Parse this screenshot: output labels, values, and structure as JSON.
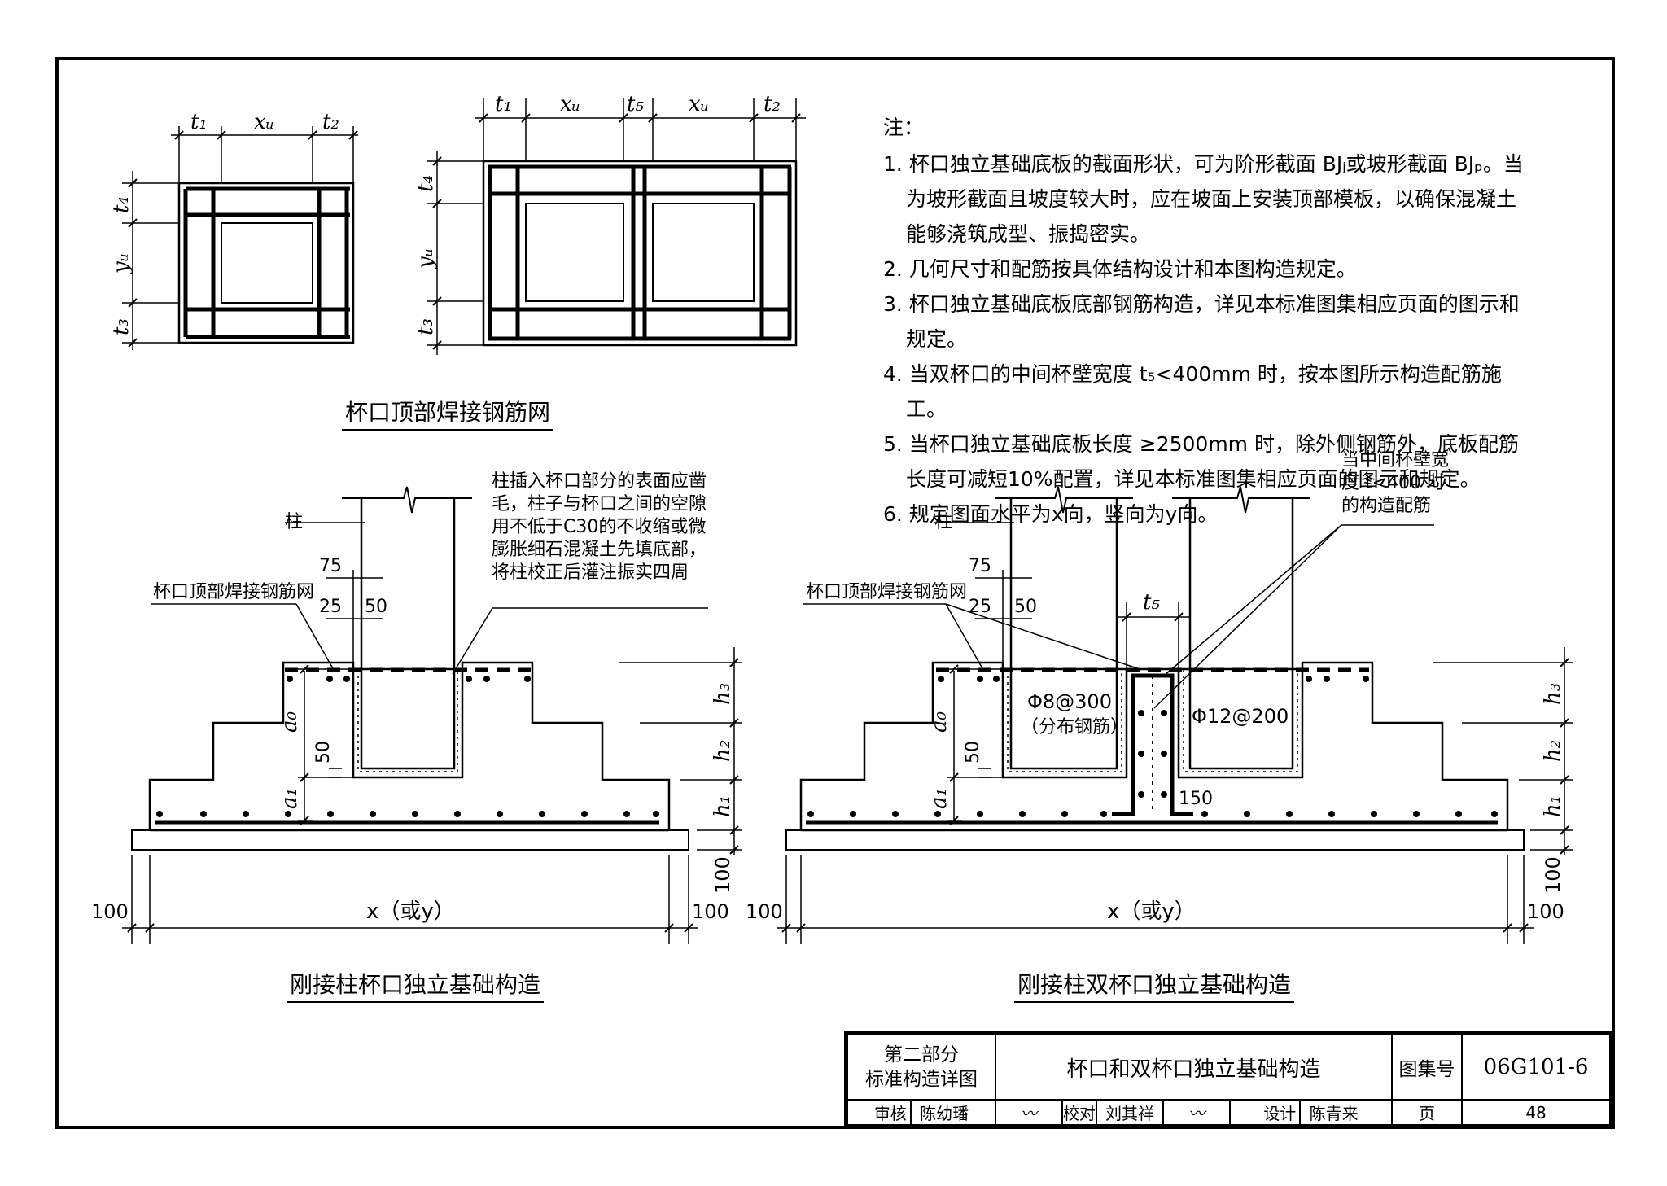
{
  "captions": {
    "mesh": "杯口顶部焊接钢筋网",
    "single": "刚接柱杯口独立基础构造",
    "double": "刚接柱双杯口独立基础构造"
  },
  "notes": {
    "title": "注：",
    "items": [
      "1. 杯口独立基础底板的截面形状，可为阶形截面 BJⱼ或坡形截面 BJₚ。当为坡形截面且坡度较大时，应在坡面上安装顶部模板，以确保混凝土能够浇筑成型、振捣密实。",
      "2. 几何尺寸和配筋按具体结构设计和本图构造规定。",
      "3. 杯口独立基础底板底部钢筋构造，详见本标准图集相应页面的图示和规定。",
      "4. 当双杯口的中间杯壁宽度 t₅<400mm 时，按本图所示构造配筋施工。",
      "5. 当杯口独立基础底板长度 ≥2500mm 时，除外侧钢筋外，底板配筋长度可减短10%配置，详见本标准图集相应页面的图示和规定。",
      "6. 规定图面水平为x向，竖向为y向。"
    ]
  },
  "labels": {
    "t1": "t₁",
    "t2": "t₂",
    "t3": "t₃",
    "t4": "t₄",
    "t5": "t₅",
    "xu": "xᵤ",
    "yu": "yᵤ",
    "h1": "h₁",
    "h2": "h₂",
    "h3": "h₃",
    "a0": "a₀",
    "a1": "a₁",
    "column": "柱",
    "mesh_label": "杯口顶部焊接钢筋网",
    "dim_75": "75",
    "dim_25": "25",
    "dim_50": "50",
    "dim_100": "100",
    "dim_150": "150",
    "x_or_y": "x（或y）",
    "grout_note_1": "柱插入杯口部分的表面应凿",
    "grout_note_2": "毛，柱子与杯口之间的空隙",
    "grout_note_3": "用不低于C30的不收缩或微",
    "grout_note_4": "膨胀细石混凝土先填底部，",
    "grout_note_5": "将柱校正后灌注振实四周",
    "mid_note_1": "当中间杯壁宽",
    "mid_note_2": "度 t<400 时",
    "mid_note_3": "的构造配筋",
    "bar_a": "Φ8@300",
    "bar_a_note": "（分布钢筋）",
    "bar_b": "Φ12@200"
  },
  "title_block": {
    "part": "第二部分",
    "part_sub": "标准构造详图",
    "title": "杯口和双杯口独立基础构造",
    "atlas_label": "图集号",
    "atlas_no": "06G101-6",
    "review": "审核",
    "reviewer": "陈幼璠",
    "check": "校对",
    "checker": "刘其祥",
    "design": "设计",
    "designer": "陈青来",
    "page_label": "页",
    "page_no": "48"
  }
}
